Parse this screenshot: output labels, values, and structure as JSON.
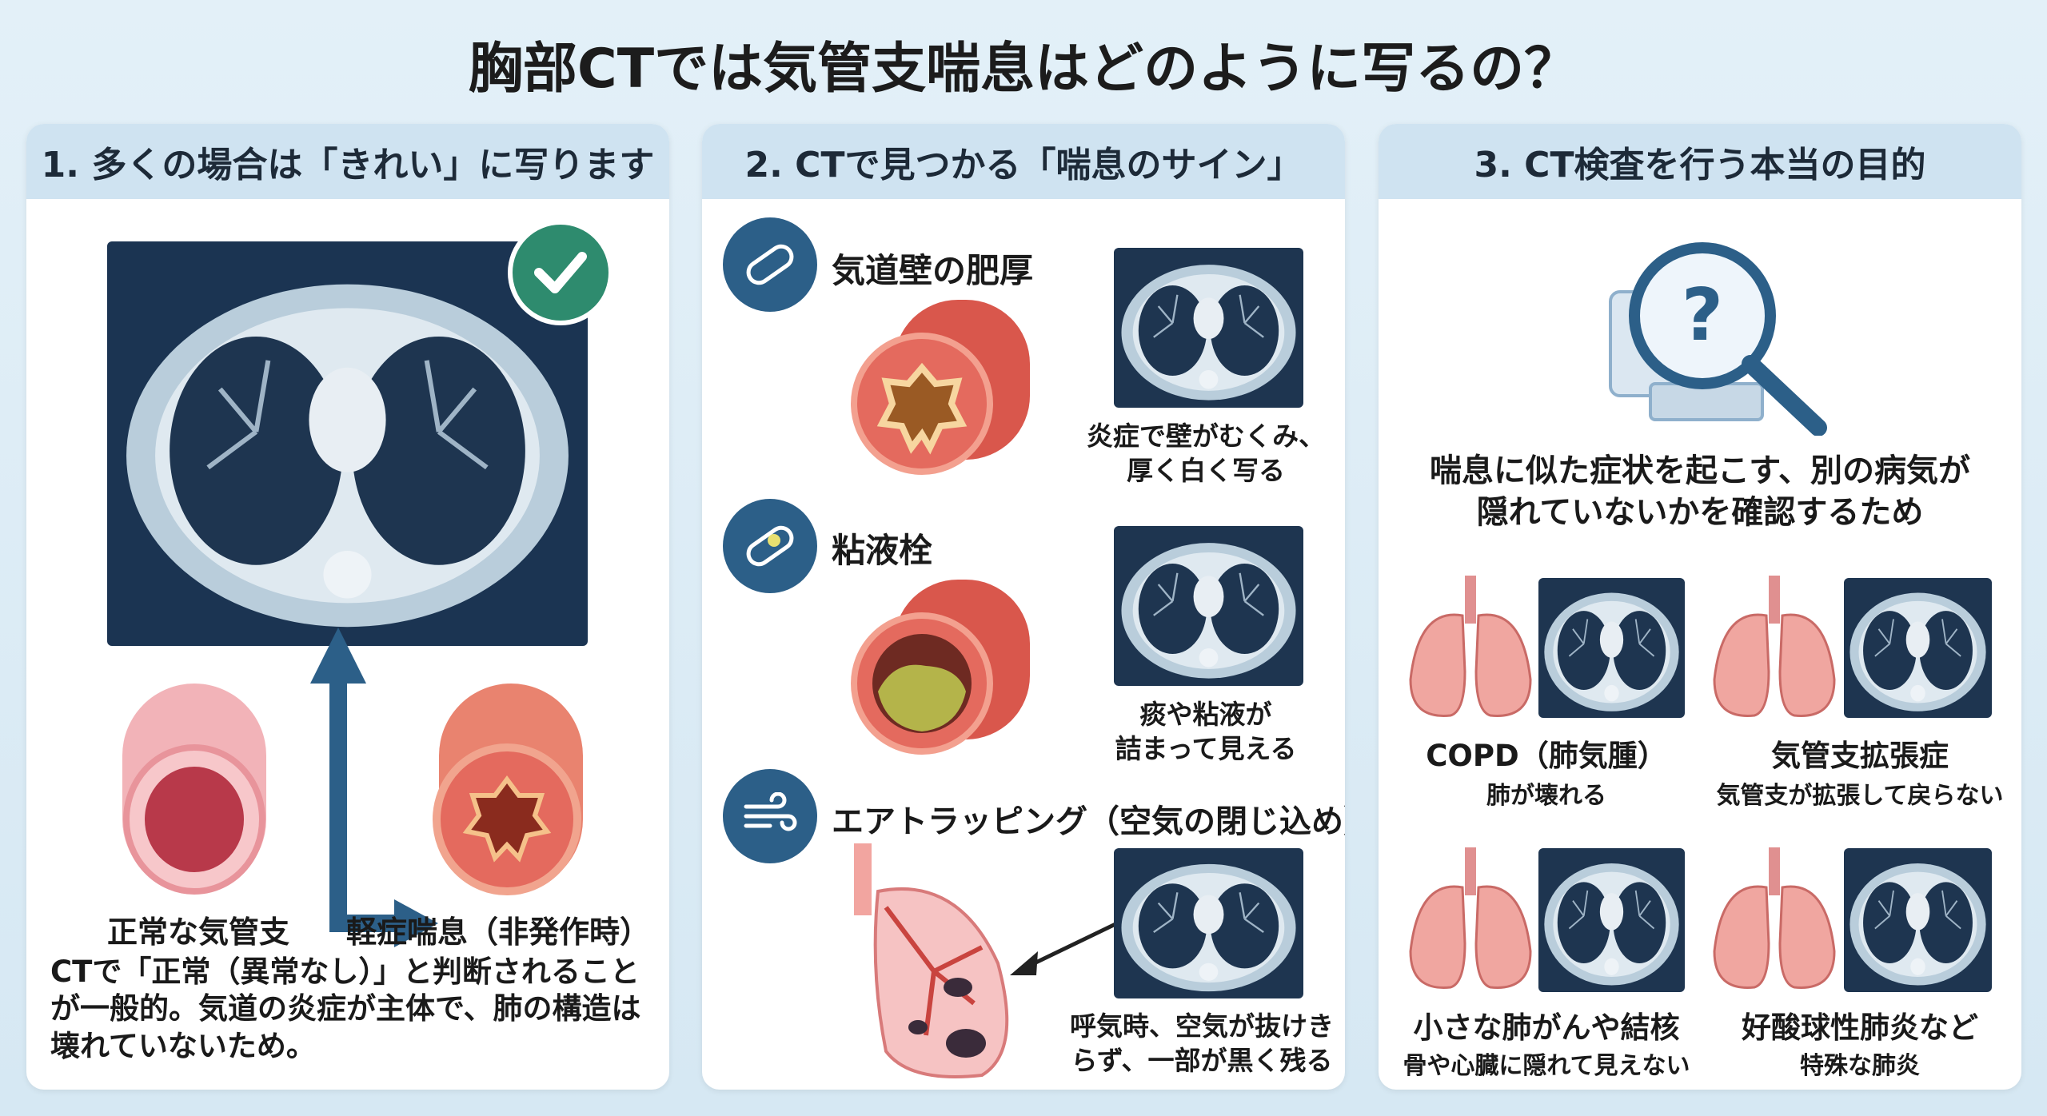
{
  "title": "胸部CTでは気管支喘息はどのように写るの？",
  "panel1": {
    "header": "1. 多くの場合は「きれい」に写ります",
    "normal_label": "正常な気管支",
    "mild_label": "軽症喘息（非発作時）",
    "body": [
      "CTで「正常（異常なし）」と判断されること",
      "が一般的。気道の炎症が主体で、肺の構造は",
      "壊れていないため。"
    ]
  },
  "panel2": {
    "header": "2. CTで見つかる「喘息のサイン」",
    "signs": [
      {
        "title": "気道壁の肥厚",
        "caption": [
          "炎症で壁がむくみ、",
          "厚く白く写る"
        ],
        "icon": "airway-tube-icon"
      },
      {
        "title": "粘液栓",
        "caption": [
          "痰や粘液が",
          "詰まって見える"
        ],
        "icon": "mucus-plug-icon"
      },
      {
        "title": "エアトラッピング（空気の閉じ込め）",
        "caption": [
          "呼気時、空気が抜けき",
          "らず、一部が黒く残る"
        ],
        "icon": "wind-icon"
      }
    ]
  },
  "panel3": {
    "header": "3. CT検査を行う本当の目的",
    "purpose": [
      "喘息に似た症状を起こす、別の病気が",
      "隠れていないかを確認するため"
    ],
    "diseases": [
      {
        "name": "COPD（肺気腫）",
        "desc": "肺が壊れる"
      },
      {
        "name": "気管支拡張症",
        "desc": "気管支が拡張して戻らない"
      },
      {
        "name": "小さな肺がんや結核",
        "desc": "骨や心臓に隠れて見えない"
      },
      {
        "name": "好酸球性肺炎など",
        "desc": "特殊な肺炎"
      }
    ]
  },
  "colors": {
    "header_bg": "#cfe3f1",
    "icon_bg": "#2c5f88",
    "check": "#2e8b6e",
    "airway": "#e46a5e"
  }
}
